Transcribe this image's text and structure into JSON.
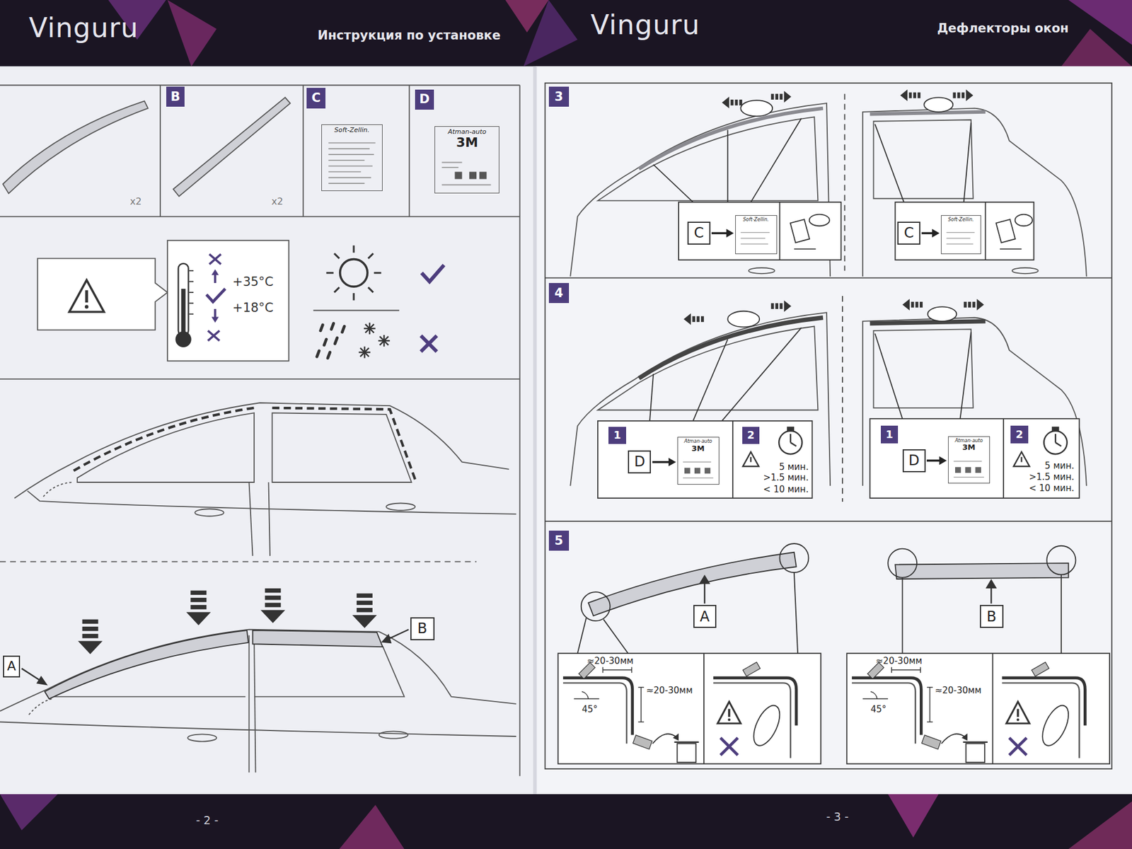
{
  "diagram": {
    "nodes": [
      {
        "text": [
          "B"
        ]
      },
      {
        "text": [
          "C"
        ]
      },
      {
        "text": [
          "Soft-Zellin."
        ]
      },
      {
        "text": [
          "D"
        ]
      },
      {
        "text": [
          "Atman-auto",
          "3M"
        ]
      },
      {
        "text": [
          "A"
        ]
      },
      {
        "text": [
          "B"
        ]
      },
      {
        "text": [
          "3"
        ]
      },
      {
        "text": [
          "C"
        ]
      },
      {
        "text": [
          "Soft-Zellin."
        ]
      },
      {
        "text": [
          "C"
        ]
      },
      {
        "text": [
          "Soft-Zellin."
        ]
      },
      {
        "text": [
          "4"
        ]
      },
      {
        "text": [
          "1"
        ]
      },
      {
        "text": [
          "D"
        ]
      },
      {
        "text": [
          "Atman-auto",
          "3M"
        ]
      },
      {
        "text": [
          "2"
        ]
      },
      {
        "text": [
          "1"
        ]
      },
      {
        "text": [
          "D"
        ]
      },
      {
        "text": [
          "Atman-auto",
          "3M"
        ]
      },
      {
        "text": [
          "2"
        ]
      },
      {
        "text": [
          "5"
        ]
      },
      {
        "text": [
          "A"
        ]
      },
      {
        "text": [
          "B"
        ]
      }
    ],
    "edges": [
      {
        "from": 8,
        "to": 9,
        "arrow": "to"
      },
      {
        "from": 10,
        "to": 11,
        "arrow": "to"
      },
      {
        "from": 14,
        "to": 15,
        "arrow": "to"
      },
      {
        "from": 18,
        "to": 19,
        "arrow": "to"
      }
    ],
    "labels": [
      "Vinguru",
      "Инструкция по установке",
      "Vinguru",
      "Дефлекторы окон",
      "x2",
      "x2",
      "+35°C",
      "+18°C",
      "5 мин.",
      ">1.5 мин.",
      "< 10 мин.",
      "5 мин.",
      ">1.5 мин.",
      "< 10 мин.",
      "≈20-30мм",
      "≈20-30мм",
      "45°",
      "≈20-30мм",
      "≈20-30мм",
      "45°",
      "- 2 -",
      "- 3 -"
    ]
  }
}
